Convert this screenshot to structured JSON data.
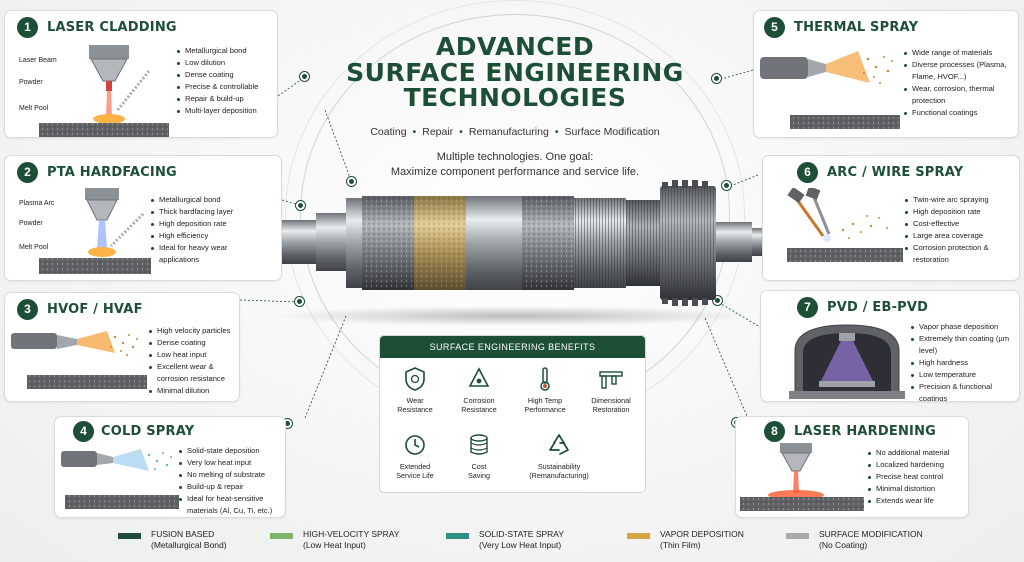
{
  "title": {
    "line1": "ADVANCED",
    "line2": "SURFACE ENGINEERING",
    "line3": "TECHNOLOGIES"
  },
  "subline": [
    "Coating",
    "Repair",
    "Remanufacturing",
    "Surface Modification"
  ],
  "tagline": {
    "line1": "Multiple technologies. One goal:",
    "line2": "Maximize component performance and service life."
  },
  "cards": [
    {
      "number": "1",
      "title": "LASER CLADDING",
      "labels": [
        "Laser Beam",
        "Powder",
        "Melt Pool"
      ],
      "bullets": [
        "Metallurgical bond",
        "Low dilution",
        "Dense coating",
        "Precise & controllable",
        "Repair & build-up",
        "Multi-layer deposition"
      ]
    },
    {
      "number": "2",
      "title": "PTA HARDFACING",
      "labels": [
        "Plasma Arc",
        "Powder",
        "Melt Pool"
      ],
      "bullets": [
        "Metallurgical bond",
        "Thick hardfacing layer",
        "High deposition rate",
        "High efficiency",
        "Ideal for heavy wear applications"
      ]
    },
    {
      "number": "3",
      "title": "HVOF / HVAF",
      "labels": [],
      "bullets": [
        "High velocity particles",
        "Dense coating",
        "Low heat input",
        "Excellent wear & corrosion resistance",
        "Minimal dilution"
      ]
    },
    {
      "number": "4",
      "title": "COLD SPRAY",
      "labels": [],
      "bullets": [
        "Solid-state deposition",
        "Very low heat input",
        "No melting of substrate",
        "Build-up & repair",
        "Ideal for heat-sensitive materials (Al, Cu, Ti, etc.)"
      ]
    },
    {
      "number": "5",
      "title": "THERMAL SPRAY",
      "labels": [],
      "bullets": [
        "Wide range of materials",
        "Diverse processes (Plasma, Flame, HVOF...)",
        "Wear, corrosion, thermal protection",
        "Functional coatings"
      ]
    },
    {
      "number": "6",
      "title": "ARC / WIRE SPRAY",
      "labels": [],
      "bullets": [
        "Twin-wire arc spraying",
        "High deposition rate",
        "Cost-effective",
        "Large area coverage",
        "Corrosion protection & restoration"
      ]
    },
    {
      "number": "7",
      "title": "PVD / EB-PVD",
      "labels": [],
      "bullets": [
        "Vapor phase deposition",
        "Extremely thin coating (µm level)",
        "High hardness",
        "Low temperature",
        "Precision & functional coatings"
      ]
    },
    {
      "number": "8",
      "title": "LASER HARDENING",
      "labels": [],
      "bullets": [
        "No additional material",
        "Localized hardening",
        "Precise heat control",
        "Minimal distortion",
        "Extends wear life"
      ]
    }
  ],
  "benefits": {
    "heading": "SURFACE ENGINEERING BENEFITS",
    "items": [
      {
        "icon": "shield-icon",
        "line1": "Wear",
        "line2": "Resistance"
      },
      {
        "icon": "droplet-warning-icon",
        "line1": "Corrosion",
        "line2": "Resistance"
      },
      {
        "icon": "thermometer-icon",
        "line1": "High Temp",
        "line2": "Performance"
      },
      {
        "icon": "caliper-icon",
        "line1": "Dimensional",
        "line2": "Restoration"
      },
      {
        "icon": "clock-icon",
        "line1": "Extended",
        "line2": "Service Life"
      },
      {
        "icon": "coins-icon",
        "line1": "Cost",
        "line2": "Saving"
      },
      {
        "icon": "recycle-icon",
        "line1": "Sustainability",
        "line2": "(Remanufacturing)"
      }
    ]
  },
  "legend": [
    {
      "name": "FUSION BASED",
      "note": "(Metallurgical Bond)",
      "color": "#1f4d38"
    },
    {
      "name": "HIGH-VELOCITY SPRAY",
      "note": "(Low Heat Input)",
      "color": "#7fb46a"
    },
    {
      "name": "SOLID-STATE SPRAY",
      "note": "(Very Low Heat Input)",
      "color": "#2f8f86"
    },
    {
      "name": "VAPOR DEPOSITION",
      "note": "(Thin Film)",
      "color": "#d6a543"
    },
    {
      "name": "SURFACE MODIFICATION",
      "note": "(No Coating)",
      "color": "#a9aaa7"
    }
  ],
  "colors": {
    "brand": "#1d4e36"
  }
}
